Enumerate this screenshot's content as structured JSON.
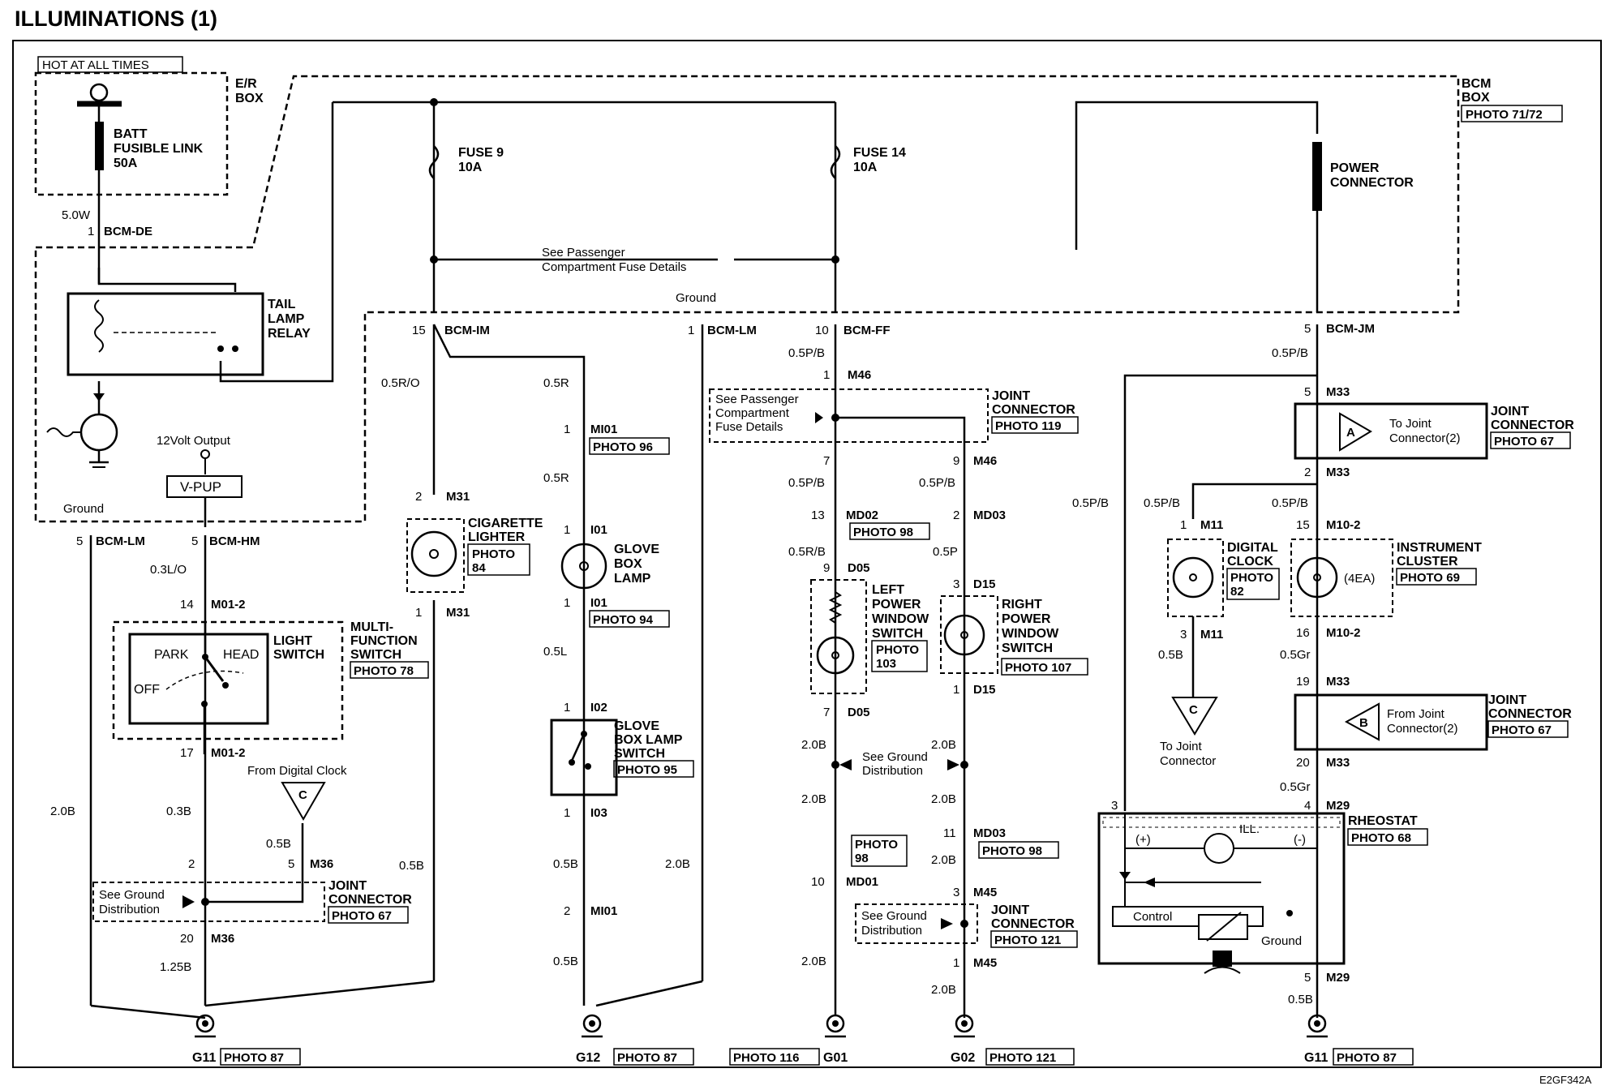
{
  "title": "ILLUMINATIONS (1)",
  "drawing_code": "E2GF342A",
  "hot": "HOT AT ALL TIMES",
  "er_box": [
    "E/R",
    "BOX"
  ],
  "fusible_link": [
    "BATT",
    "FUSIBLE LINK",
    "50A"
  ],
  "bcm_box": [
    "BCM",
    "BOX"
  ],
  "bcm_photo": "PHOTO 71/72",
  "fuse9": [
    "FUSE 9",
    "10A"
  ],
  "fuse14": [
    "FUSE 14",
    "10A"
  ],
  "power_connector": [
    "POWER",
    "CONNECTOR"
  ],
  "passenger_fuse_note": [
    "See Passenger",
    "Compartment Fuse Details"
  ],
  "passenger_fuse_note2": [
    "See Passenger",
    "Compartment",
    "Fuse Details"
  ],
  "tail_lamp_relay": [
    "TAIL",
    "LAMP",
    "RELAY"
  ],
  "output_12v": "12Volt Output",
  "vpup": "V-PUP",
  "ground": "Ground",
  "control": "Control",
  "illum": "ILL.",
  "plus": "(+)",
  "minus": "(-)",
  "four_ea": "(4EA)",
  "from_digital_clock": "From Digital Clock",
  "see_ground": [
    "See Ground",
    "Distribution"
  ],
  "light_switch": [
    "LIGHT",
    "SWITCH"
  ],
  "switch_positions": {
    "park": "PARK",
    "head": "HEAD",
    "off": "OFF"
  },
  "multi_function": [
    "MULTI-",
    "FUNCTION",
    "SWITCH"
  ],
  "joint_connector": [
    "JOINT",
    "CONNECTOR"
  ],
  "cigarette_lighter": [
    "CIGARETTE",
    "LIGHTER"
  ],
  "glove_box_lamp": [
    "GLOVE",
    "BOX",
    "LAMP"
  ],
  "glove_box_lamp_switch": [
    "GLOVE",
    "BOX LAMP",
    "SWITCH"
  ],
  "left_pw_switch": [
    "LEFT",
    "POWER",
    "WINDOW",
    "SWITCH"
  ],
  "right_pw_switch": [
    "RIGHT",
    "POWER",
    "WINDOW",
    "SWITCH"
  ],
  "digital_clock": [
    "DIGITAL",
    "CLOCK"
  ],
  "instrument_cluster": [
    "INSTRUMENT",
    "CLUSTER"
  ],
  "rheostat": "RHEOSTAT",
  "to_joint_connector_2": [
    "To Joint",
    "Connector(2)"
  ],
  "from_joint_connector_2": [
    "From Joint",
    "Connector(2)"
  ],
  "to_joint_connector": [
    "To Joint",
    "Connector"
  ],
  "connector_refs": {
    "A": "A",
    "B": "B",
    "C": "C"
  },
  "photos": {
    "p67": "PHOTO 67",
    "p68": "PHOTO 68",
    "p69": "PHOTO 69",
    "p78": "PHOTO 78",
    "p82": [
      "PHOTO",
      "82"
    ],
    "p84": [
      "PHOTO",
      "84"
    ],
    "p87": "PHOTO 87",
    "p94": "PHOTO 94",
    "p95": "PHOTO 95",
    "p96": "PHOTO 96",
    "p98": "PHOTO 98",
    "p98b": [
      "PHOTO",
      "98"
    ],
    "p103": [
      "PHOTO",
      "103"
    ],
    "p107": "PHOTO 107",
    "p116": "PHOTO 116",
    "p119": "PHOTO 119",
    "p121": "PHOTO 121"
  },
  "grounds": [
    "G11",
    "G12",
    "G01",
    "G02",
    "G11"
  ],
  "connectors": {
    "bcm_de": "BCM-DE",
    "bcm_lm": "BCM-LM",
    "bcm_hm": "BCM-HM",
    "bcm_im": "BCM-IM",
    "bcm_ff": "BCM-FF",
    "bcm_jm": "BCM-JM",
    "m01_2": "M01-2",
    "m36": "M36",
    "m31": "M31",
    "mi01": "MI01",
    "i01": "I01",
    "i02": "I02",
    "i03": "I03",
    "m46": "M46",
    "md02": "MD02",
    "md03": "MD03",
    "d05": "D05",
    "d15": "D15",
    "md01": "MD01",
    "m45": "M45",
    "m33": "M33",
    "m11": "M11",
    "m10_2": "M10-2",
    "m29": "M29"
  },
  "pins": [
    "1",
    "2",
    "3",
    "4",
    "5",
    "7",
    "9",
    "10",
    "11",
    "13",
    "14",
    "15",
    "16",
    "17",
    "19",
    "20"
  ],
  "wires": {
    "w5_0w": "5.0W",
    "w0_3lo": "0.3L/O",
    "w0_5ro": "0.5R/O",
    "w0_5r": "0.5R",
    "w0_5l": "0.5L",
    "w0_5b": "0.5B",
    "w0_3b": "0.3B",
    "w1_25b": "1.25B",
    "w2_0b": "2.0B",
    "w0_5pb": "0.5P/B",
    "w0_5rb": "0.5R/B",
    "w0_5p": "0.5P",
    "w0_5gr": "0.5Gr"
  }
}
